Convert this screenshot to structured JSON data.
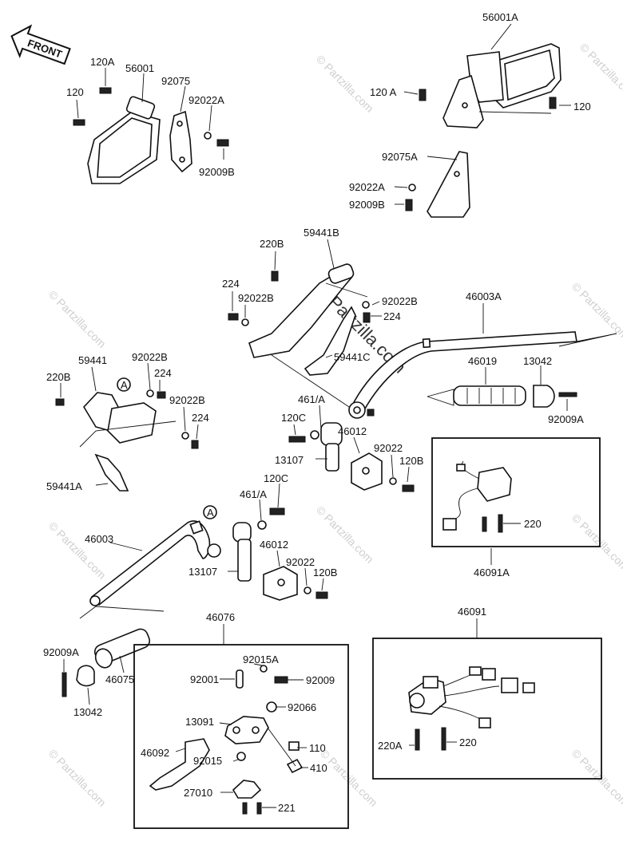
{
  "front_label": "FRONT",
  "watermark": "© Partzilla.com",
  "watermark_center": "Partzilla.com",
  "callout_a": "A",
  "labels": {
    "p120A_l": "120A",
    "p56001": "56001",
    "p120_l": "120",
    "p92075": "92075",
    "p92022A_l": "92022A",
    "p92009B_l": "92009B",
    "p56001A": "56001A",
    "p120A_r": "120 A",
    "p120_r": "120",
    "p92075A": "92075A",
    "p92022A_r": "92022A",
    "p92009B_r": "92009B",
    "p220B_t": "220B",
    "p59441B": "59441B",
    "p224_a": "224",
    "p92022B_a": "92022B",
    "p92022B_b": "92022B",
    "p224_b": "224",
    "p46003A": "46003A",
    "p59441C": "59441C",
    "p59441": "59441",
    "p92022B_c": "92022B",
    "p224_c": "224",
    "p220B_l": "220B",
    "p92022B_d": "92022B",
    "p224_d": "224",
    "p46019": "46019",
    "p13042_r": "13042",
    "p92009A_r": "92009A",
    "p461A_a": "461/A",
    "p120C_a": "120C",
    "p13107_a": "13107",
    "p46012_a": "46012",
    "p92022_a": "92022",
    "p120B_a": "120B",
    "p59441A": "59441A",
    "p220_r": "220",
    "p46091A": "46091A",
    "p120C_b": "120C",
    "p461A_b": "461/A",
    "p46003": "46003",
    "p13107_b": "13107",
    "p46012_b": "46012",
    "p92022_b": "92022",
    "p120B_b": "120B",
    "p46076": "46076",
    "p46091": "46091",
    "p92009A_l": "92009A",
    "p46075": "46075",
    "p13042_l": "13042",
    "p92015A": "92015A",
    "p92001": "92001",
    "p92009": "92009",
    "p92066": "92066",
    "p13091": "13091",
    "p110": "110",
    "p46092": "46092",
    "p92015": "92015",
    "p410": "410",
    "p27010": "27010",
    "p221": "221",
    "p220A_b": "220A",
    "p220_b": "220"
  }
}
